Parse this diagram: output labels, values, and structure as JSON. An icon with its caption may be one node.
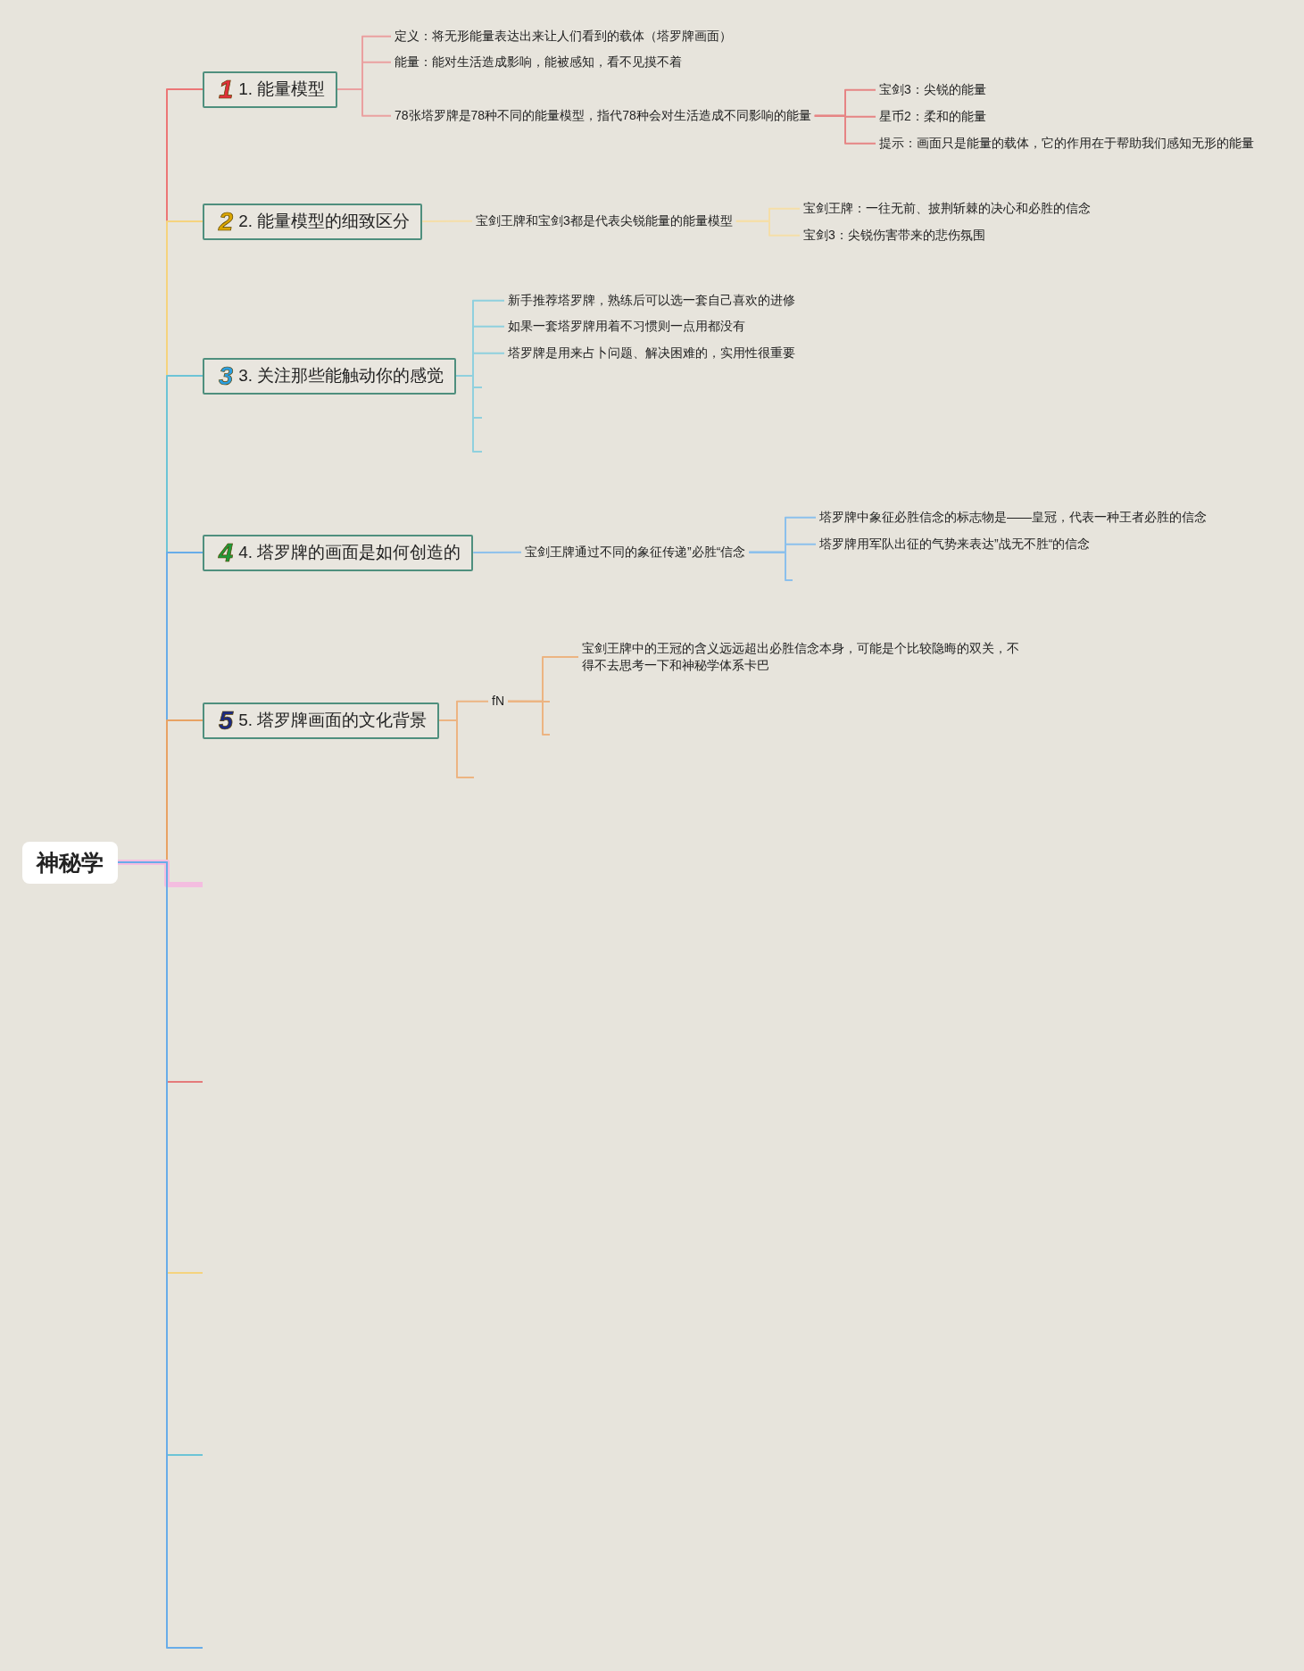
{
  "diagram": {
    "nodes": [
      {
        "text": [
          "神秘学"
        ]
      },
      {
        "text": [
          "1",
          "1. 能量模型"
        ]
      },
      {
        "text": [
          "定义：将无形能量表达出来让人们看到的载体（塔罗牌画面）"
        ]
      },
      {
        "text": [
          "能量：能对生活造成影响，能被感知，看不见摸不着"
        ]
      },
      {
        "text": [
          "78张塔罗牌是78种不同的能量模型，指代78种会对生活造成不同影响的能量"
        ]
      },
      {
        "text": [
          "宝剑3：尖锐的能量"
        ]
      },
      {
        "text": [
          "星币2：柔和的能量"
        ]
      },
      {
        "text": [
          "提示：画面只是能量的载体，它的作用在于帮助我们感知无形的能量"
        ]
      },
      {
        "text": [
          "2",
          "2. 能量模型的细致区分"
        ]
      },
      {
        "text": [
          "宝剑王牌和宝剑3都是代表尖锐能量的能量模型"
        ]
      },
      {
        "text": [
          "宝剑王牌：一往无前、披荆斩棘的决心和必胜的信念"
        ]
      },
      {
        "text": [
          "宝剑3：尖锐伤害带来的悲伤氛围"
        ]
      },
      {
        "text": [
          "3",
          "3. 关注那些能触动你的感觉"
        ]
      },
      {
        "text": [
          "新手推荐塔罗牌，熟练后可以选一套自己喜欢的进修"
        ]
      },
      {
        "text": [
          "如果一套塔罗牌用着不习惯则一点用都没有"
        ]
      },
      {
        "text": [
          "塔罗牌是用来占卜问题、解决困难的，实用性很重要"
        ]
      },
      {
        "text": [
          "4",
          "4. 塔罗牌的画面是如何创造的"
        ]
      },
      {
        "text": [
          "宝剑王牌通过不同的象征传递”必胜“信念"
        ]
      },
      {
        "text": [
          "塔罗牌中象征必胜信念的标志物是——皇冠，代表一种王者必胜的信念"
        ]
      },
      {
        "text": [
          "塔罗牌用军队出征的气势来表达”战无不胜“的信念"
        ]
      },
      {
        "text": [
          "5",
          "5. 塔罗牌画面的文化背景"
        ]
      },
      {
        "text": [
          "fN"
        ]
      },
      {
        "text": [
          "宝剑王牌中的王冠的含义远远超出必胜信念本身，可能是个比较隐晦的双关，不得不去思考一下和神秘学体系卡巴"
        ]
      }
    ],
    "edges": [
      {
        "from": 0,
        "to": 1,
        "arrow": "none",
        "color": "#ec7676"
      },
      {
        "from": 0,
        "to": 8,
        "arrow": "none",
        "color": "#f5d37e"
      },
      {
        "from": 0,
        "to": 12,
        "arrow": "none",
        "color": "#6cc4d6"
      },
      {
        "from": 0,
        "to": 16,
        "arrow": "none",
        "color": "#68ace8"
      },
      {
        "from": 0,
        "to": 20,
        "arrow": "none",
        "color": "#e8a264"
      },
      {
        "from": 0,
        "to": null,
        "arrow": "none",
        "style": "thick",
        "color": "#f4bde0"
      },
      {
        "from": 0,
        "to": null,
        "arrow": "none",
        "color": "#e57a7a"
      },
      {
        "from": 0,
        "to": null,
        "arrow": "none",
        "color": "#f5d37e"
      },
      {
        "from": 0,
        "to": null,
        "arrow": "none",
        "color": "#6cc4d6"
      },
      {
        "from": 0,
        "to": null,
        "arrow": "none",
        "color": "#68ace8"
      },
      {
        "from": 1,
        "to": 2,
        "arrow": "none",
        "color": "#eaa0a0"
      },
      {
        "from": 1,
        "to": 3,
        "arrow": "none",
        "color": "#eaa0a0"
      },
      {
        "from": 1,
        "to": 4,
        "arrow": "none",
        "color": "#eaa0a0"
      },
      {
        "from": 4,
        "to": 5,
        "arrow": "none",
        "color": "#e68484"
      },
      {
        "from": 4,
        "to": 6,
        "arrow": "none",
        "color": "#e68484"
      },
      {
        "from": 4,
        "to": 7,
        "arrow": "none",
        "color": "#e68484"
      },
      {
        "from": 8,
        "to": 9,
        "arrow": "none",
        "color": "#f5dea8"
      },
      {
        "from": 9,
        "to": 10,
        "arrow": "none",
        "color": "#f5dea8"
      },
      {
        "from": 9,
        "to": 11,
        "arrow": "none",
        "color": "#f5dea8"
      },
      {
        "from": 12,
        "to": 13,
        "arrow": "none",
        "color": "#8fd0de"
      },
      {
        "from": 12,
        "to": 14,
        "arrow": "none",
        "color": "#8fd0de"
      },
      {
        "from": 12,
        "to": 15,
        "arrow": "none",
        "color": "#8fd0de"
      },
      {
        "from": 12,
        "to": null,
        "arrow": "none",
        "color": "#8fd0de"
      },
      {
        "from": 12,
        "to": null,
        "arrow": "none",
        "color": "#8fd0de"
      },
      {
        "from": 12,
        "to": null,
        "arrow": "none",
        "color": "#8fd0de"
      },
      {
        "from": 16,
        "to": 17,
        "arrow": "none",
        "color": "#8cc0ec"
      },
      {
        "from": 17,
        "to": 18,
        "arrow": "none",
        "color": "#8cc0ec"
      },
      {
        "from": 17,
        "to": 19,
        "arrow": "none",
        "color": "#8cc0ec"
      },
      {
        "from": 17,
        "to": null,
        "arrow": "none",
        "color": "#8cc0ec"
      },
      {
        "from": 20,
        "to": 21,
        "arrow": "none",
        "color": "#ecb482"
      },
      {
        "from": 20,
        "to": null,
        "arrow": "none",
        "color": "#ecb482"
      },
      {
        "from": 21,
        "to": 22,
        "arrow": "none",
        "color": "#ecb482"
      },
      {
        "from": 21,
        "to": null,
        "arrow": "none",
        "color": "#ecb482"
      },
      {
        "from": 21,
        "to": null,
        "arrow": "none",
        "color": "#ecb482"
      }
    ]
  }
}
